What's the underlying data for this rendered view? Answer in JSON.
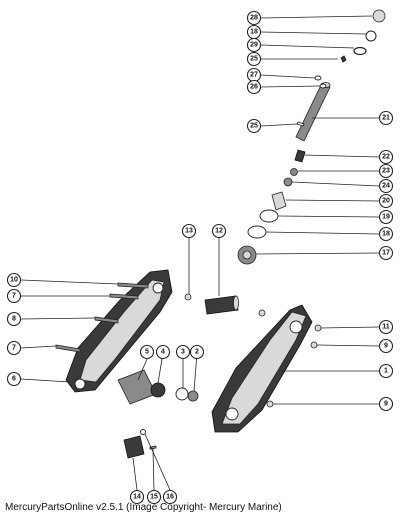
{
  "caption": "MercuryPartsOnline v2.5.1 (Image Copyright- Mercury Marine)",
  "callouts": {
    "c28": "28",
    "c18a": "18",
    "c29": "29",
    "c25a": "25",
    "c27": "27",
    "c26": "26",
    "c25b": "25",
    "c21": "21",
    "c22": "22",
    "c23": "23",
    "c24": "24",
    "c20": "20",
    "c19": "19",
    "c18b": "18",
    "c17": "17",
    "c13": "13",
    "c12": "12",
    "c10": "10",
    "c7a": "7",
    "c8": "8",
    "c7b": "7",
    "c6": "6",
    "c5": "5",
    "c4": "4",
    "c3": "3",
    "c2": "2",
    "c11": "11",
    "c9a": "9",
    "c1": "1",
    "c9b": "9",
    "c14": "14",
    "c15": "15",
    "c16": "16"
  }
}
